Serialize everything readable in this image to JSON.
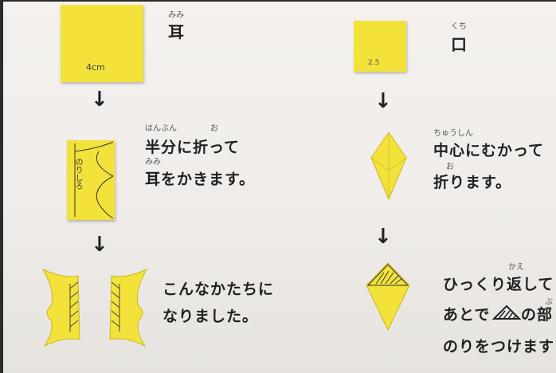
{
  "left_section": {
    "title_ruby": "みみ",
    "title": "耳",
    "size_label": "4cm",
    "step2": {
      "ruby1": "はんぶん",
      "ruby2": "お",
      "line1": "半分に折って",
      "ruby3": "みみ",
      "line2": "耳をかきます。"
    },
    "fold_note": "のりしろ",
    "step3": {
      "line1": "こんなかたちに",
      "line2": "なりました。"
    }
  },
  "right_section": {
    "title_ruby": "くち",
    "title": "口",
    "size_label": "2.5",
    "step2": {
      "ruby1": "ちゅうしん",
      "line1": "中心にむかって",
      "ruby2": "お",
      "line2": "折ります。"
    },
    "step3": {
      "ruby1": "かえ",
      "line1": "ひっくり返して",
      "line2_a": "あとで",
      "line2_b": "の部",
      "line3": "のりをつけます",
      "ruby2": "ぶ"
    }
  },
  "arrows": [
    "↓",
    "↓",
    "↓",
    "↓"
  ],
  "colors": {
    "paper": "#f2e23a",
    "ink": "#222222",
    "board": "#f2efec"
  }
}
